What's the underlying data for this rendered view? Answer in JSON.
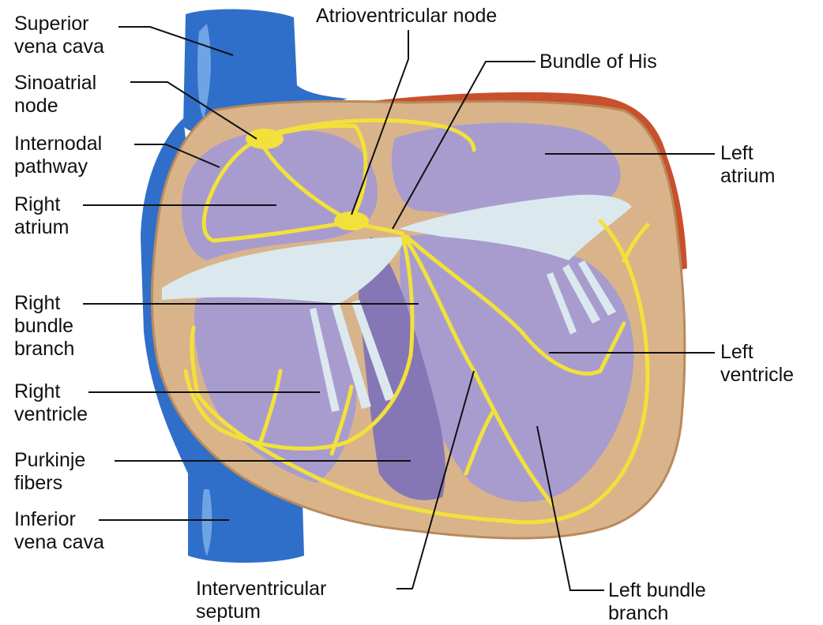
{
  "labels": {
    "superior_vena_cava": [
      "Superior",
      "vena cava"
    ],
    "sinoatrial_node": [
      "Sinoatrial",
      "node"
    ],
    "internodal_pathway": [
      "Internodal",
      "pathway"
    ],
    "right_atrium": [
      "Right",
      "atrium"
    ],
    "right_bundle_branch": [
      "Right",
      "bundle",
      "branch"
    ],
    "right_ventricle": [
      "Right",
      "ventricle"
    ],
    "purkinje_fibers": [
      "Purkinje",
      "fibers"
    ],
    "inferior_vena_cava": [
      "Inferior",
      "vena cava"
    ],
    "atrioventricular_node": [
      "Atrioventricular node"
    ],
    "bundle_of_his": [
      "Bundle of His"
    ],
    "left_atrium": [
      "Left",
      "atrium"
    ],
    "left_ventricle": [
      "Left",
      "ventricle"
    ],
    "interventricular_septum": [
      "Interventricular",
      "septum"
    ],
    "left_bundle_branch": [
      "Left bundle",
      "branch"
    ]
  },
  "colors": {
    "vena_cava": "#2f6fc9",
    "vena_cava_highlight": "#6ea3e6",
    "myocardium": "#d9b48a",
    "myocardium_dark": "#b98a5c",
    "chamber": "#a89ccf",
    "chamber_dark": "#8577b5",
    "valve": "#dbe9ef",
    "conduction": "#f2e13a",
    "epicardium_left": "#c9502c",
    "leader_line": "#111111"
  }
}
